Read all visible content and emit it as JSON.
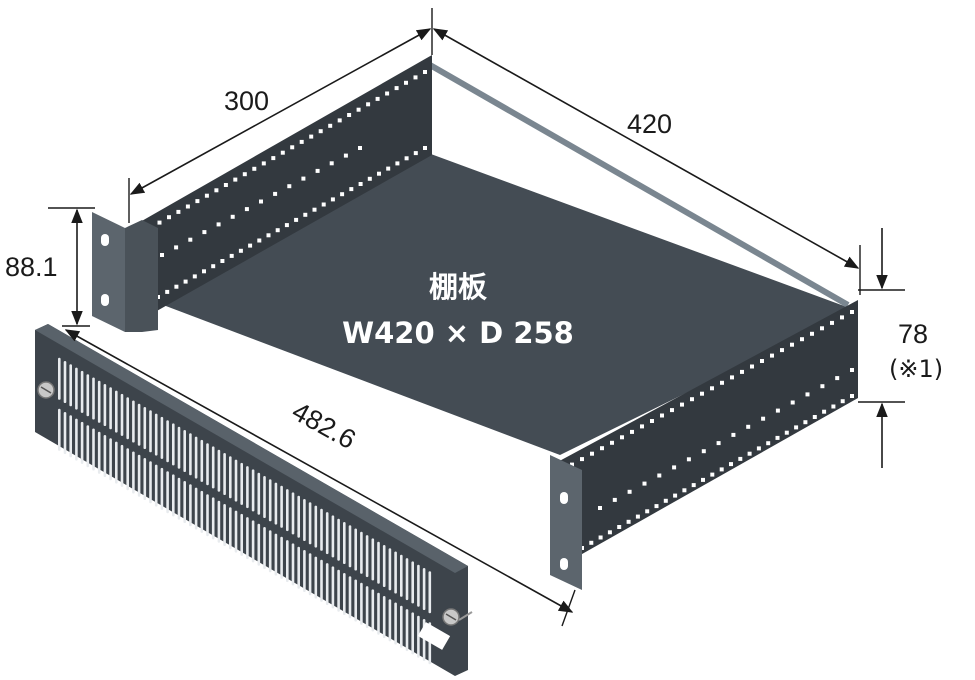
{
  "dimensions": {
    "depth_side": "300",
    "depth_top": "420",
    "height_left": "88.1",
    "front_width": "482.6",
    "height_right": "78",
    "height_right_note": "(※1)"
  },
  "shelf_label": {
    "line1": "棚板",
    "line2": "W420 × D 258"
  },
  "colors": {
    "panel_dark": "#3b4249",
    "panel_shadow": "#2f353b",
    "ear": "#5c656d",
    "rail": "#7a8690",
    "lines": "#1a1a1a"
  }
}
